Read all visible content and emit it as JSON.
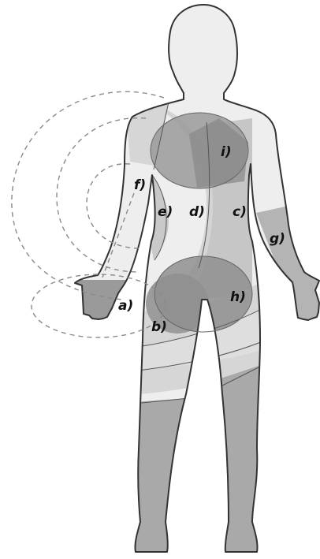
{
  "colors": {
    "body_base": "#eeeeee",
    "body_outline": "#333333",
    "zone_light": "#d6d6d6",
    "zone_mid": "#c6c6c6",
    "zone_dark": "#a9a9a9",
    "zone_ellipse": "#8f8f8f",
    "dashed_line": "#8a8a8a"
  },
  "regions": [
    {
      "id": "a",
      "label": "a)"
    },
    {
      "id": "b",
      "label": "b)"
    },
    {
      "id": "c",
      "label": "c)"
    },
    {
      "id": "d",
      "label": "d)"
    },
    {
      "id": "e",
      "label": "e)"
    },
    {
      "id": "f",
      "label": "f)"
    },
    {
      "id": "g",
      "label": "g)"
    },
    {
      "id": "h",
      "label": "h)"
    },
    {
      "id": "i",
      "label": "i)"
    }
  ]
}
